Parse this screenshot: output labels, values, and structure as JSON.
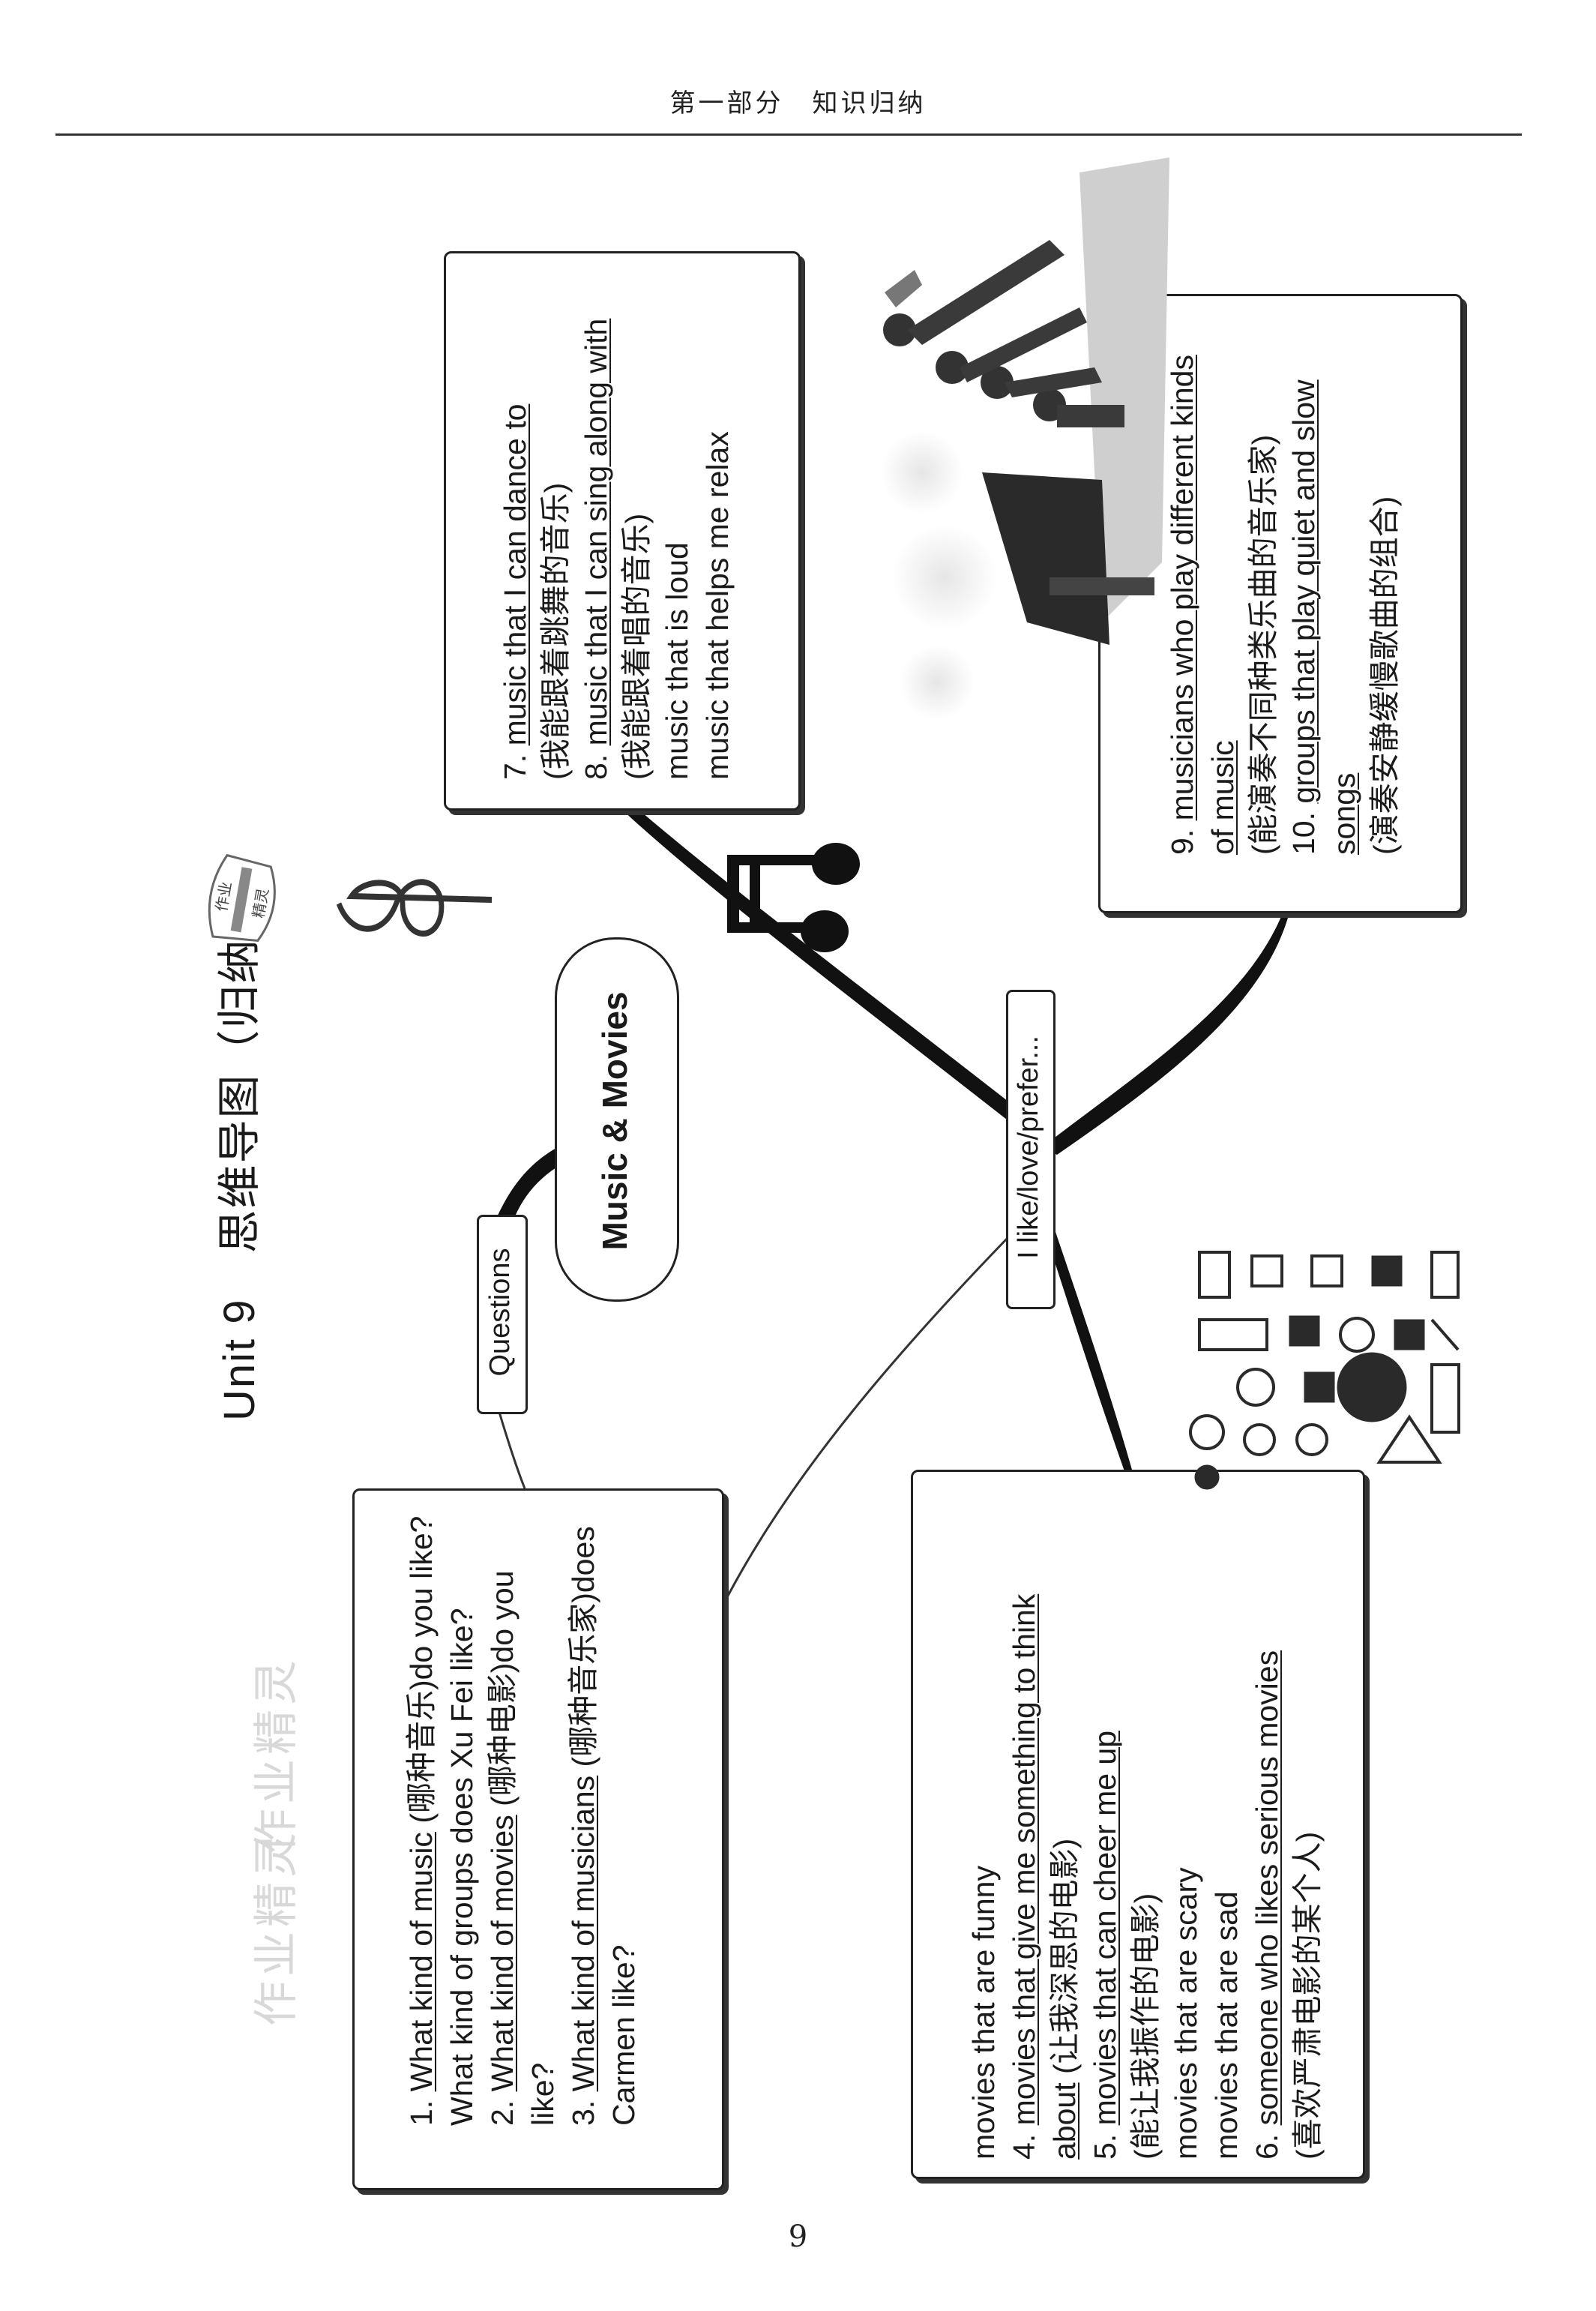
{
  "header": {
    "title": "第一部分　知识归纳"
  },
  "page_number": "9",
  "unit_title": "Unit 9　思维导图（归纳）",
  "center_node": "Music & Movies",
  "questions_label": "Questions",
  "preference_label": "I like/love/prefer...",
  "watermark": "作业精灵",
  "stamp": {
    "top": "作业",
    "bottom": "精灵"
  },
  "questions_box": {
    "lines": [
      {
        "parts": [
          {
            "t": "1. ",
            "u": false
          },
          {
            "t": "What kind of music",
            "u": true
          },
          {
            "t": " (哪种音乐)do you like?",
            "u": false
          }
        ]
      },
      {
        "parts": [
          {
            "t": "What kind of groups does Xu Fei like?",
            "u": false
          }
        ]
      },
      {
        "parts": [
          {
            "t": "2. ",
            "u": false
          },
          {
            "t": "What kind of movies",
            "u": true
          },
          {
            "t": " (哪种电影)do you",
            "u": false
          }
        ]
      },
      {
        "parts": [
          {
            "t": "like?",
            "u": false
          }
        ]
      },
      {
        "parts": [
          {
            "t": "3. ",
            "u": false
          },
          {
            "t": "What kind of musicians",
            "u": true
          },
          {
            "t": " (哪种音乐家)does",
            "u": false
          }
        ]
      },
      {
        "parts": [
          {
            "t": "Carmen like?",
            "u": false
          }
        ]
      }
    ]
  },
  "movies_box": {
    "lines": [
      {
        "parts": [
          {
            "t": "movies that are funny",
            "u": false
          }
        ]
      },
      {
        "parts": [
          {
            "t": "4. ",
            "u": false
          },
          {
            "t": "movies that give me something to think",
            "u": true
          }
        ]
      },
      {
        "parts": [
          {
            "t": "about",
            "u": true
          },
          {
            "t": " (让我深思的电影)",
            "u": false
          }
        ]
      },
      {
        "parts": [
          {
            "t": "5. ",
            "u": false
          },
          {
            "t": "movies that can cheer me up",
            "u": true
          }
        ]
      },
      {
        "parts": [
          {
            "t": "(能让我振作的电影)",
            "u": false
          }
        ]
      },
      {
        "parts": [
          {
            "t": "movies that are scary",
            "u": false
          }
        ]
      },
      {
        "parts": [
          {
            "t": "movies that are sad",
            "u": false
          }
        ]
      },
      {
        "parts": [
          {
            "t": "6. ",
            "u": false
          },
          {
            "t": "someone who likes serious movies",
            "u": true
          }
        ]
      },
      {
        "parts": [
          {
            "t": "(喜欢严肃电影的某个人)",
            "u": false
          }
        ]
      }
    ]
  },
  "music_box": {
    "lines": [
      {
        "parts": [
          {
            "t": "7. ",
            "u": false
          },
          {
            "t": "music that I can dance to",
            "u": true
          }
        ]
      },
      {
        "parts": [
          {
            "t": "(我能跟着跳舞的音乐)",
            "u": false
          }
        ]
      },
      {
        "parts": [
          {
            "t": "8. ",
            "u": false
          },
          {
            "t": "music that I can sing along with",
            "u": true
          }
        ]
      },
      {
        "parts": [
          {
            "t": "(我能跟着唱的音乐)",
            "u": false
          }
        ]
      },
      {
        "parts": [
          {
            "t": "music that is loud",
            "u": false
          }
        ]
      },
      {
        "parts": [
          {
            "t": "music that helps me relax",
            "u": false
          }
        ]
      }
    ]
  },
  "musicians_box": {
    "lines": [
      {
        "parts": [
          {
            "t": "9. ",
            "u": false
          },
          {
            "t": "musicians who play different kinds",
            "u": true
          }
        ]
      },
      {
        "parts": [
          {
            "t": "of music",
            "u": true
          }
        ]
      },
      {
        "parts": [
          {
            "t": "(能演奏不同种类乐曲的音乐家)",
            "u": false
          }
        ]
      },
      {
        "parts": [
          {
            "t": "10. ",
            "u": false
          },
          {
            "t": "groups that play quiet and slow",
            "u": true
          }
        ]
      },
      {
        "parts": [
          {
            "t": "songs",
            "u": true
          }
        ]
      },
      {
        "parts": [
          {
            "t": "(演奏安静缓慢歌曲的组合)",
            "u": false
          }
        ]
      }
    ]
  }
}
